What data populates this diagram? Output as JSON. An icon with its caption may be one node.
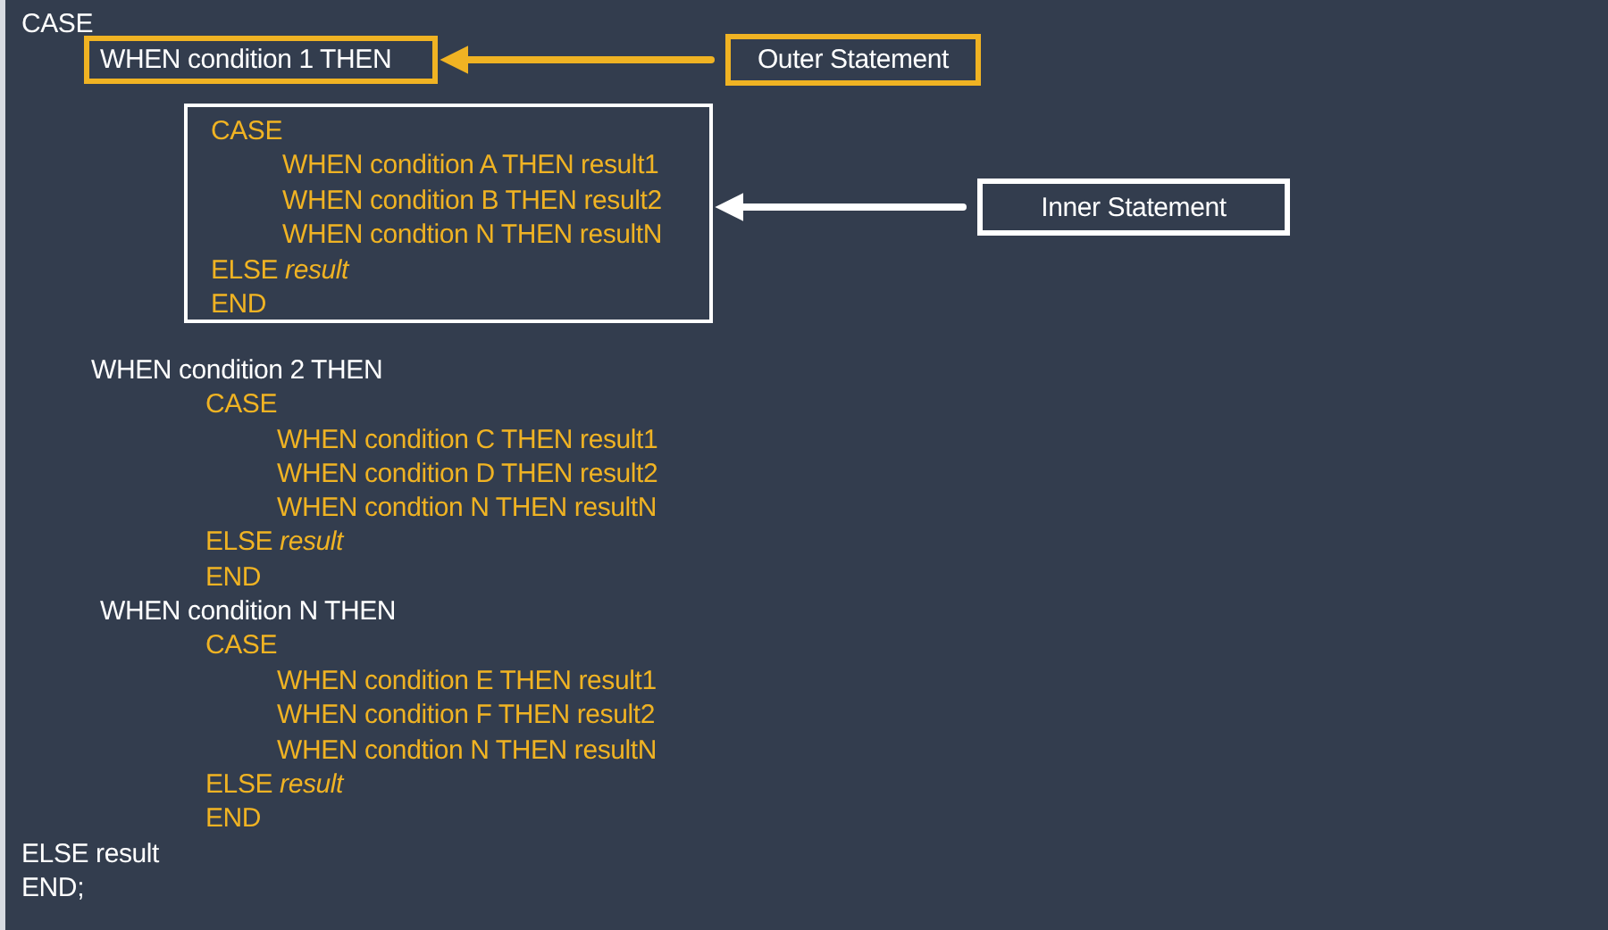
{
  "diagram": {
    "nodes": [
      {
        "text": [
          "WHEN condition 1 THEN"
        ]
      },
      {
        "text": [
          "Outer Statement"
        ]
      },
      {
        "text": [
          "CASE",
          "WHEN condition A THEN result1",
          "WHEN condition B THEN result2",
          "WHEN condtion N THEN resultN",
          "ELSE *result*",
          "END"
        ]
      },
      {
        "text": [
          "Inner Statement"
        ]
      }
    ],
    "edges": [
      {
        "from": 1,
        "to": 0,
        "arrow": "to",
        "color": "#f0b323"
      },
      {
        "from": 3,
        "to": 2,
        "arrow": "to",
        "color": "#ffffff"
      }
    ],
    "labels": [
      "CASE",
      "WHEN condition 2 THEN",
      "CASE",
      "WHEN condition C THEN result1",
      "WHEN condition D THEN result2",
      "WHEN condtion N THEN resultN",
      "ELSE *result*",
      "END",
      "WHEN condition N THEN",
      "CASE",
      "WHEN condition E THEN result1",
      "WHEN condition F THEN result2",
      "WHEN condtion N THEN resultN",
      "ELSE *result*",
      "END",
      "ELSE result",
      "END;"
    ]
  }
}
